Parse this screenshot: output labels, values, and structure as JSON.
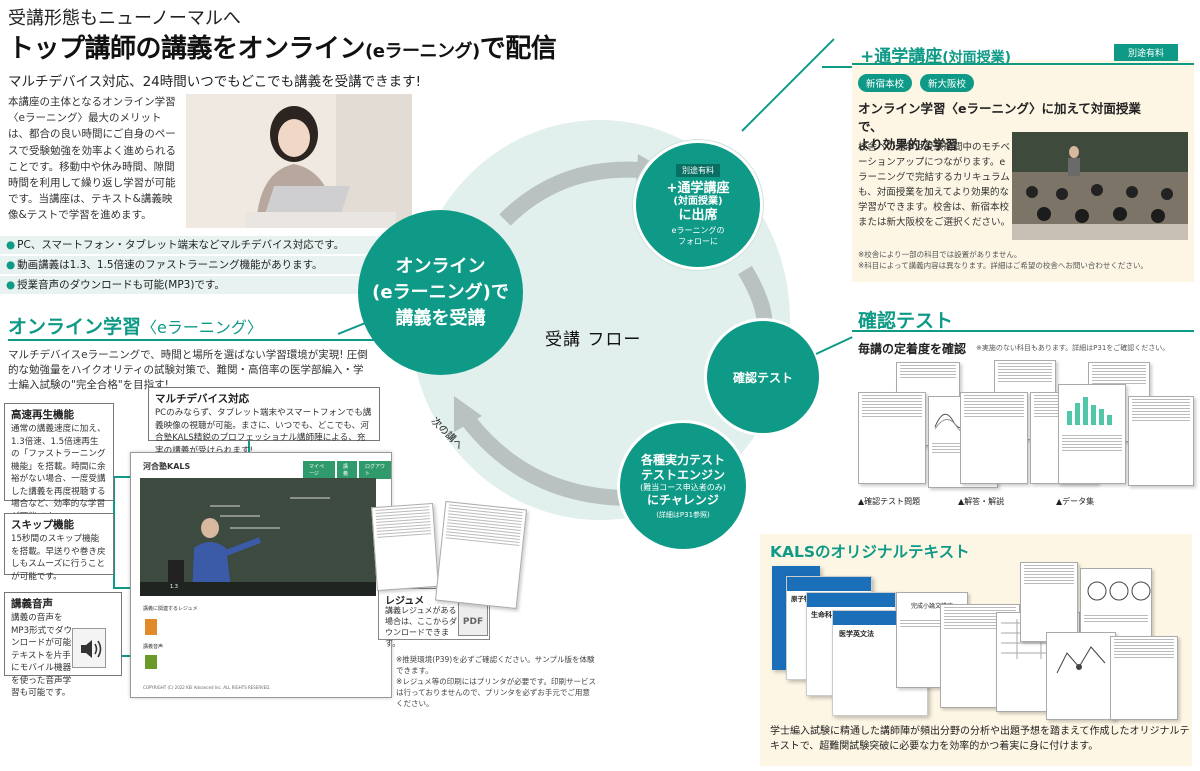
{
  "header": {
    "subtitle": "受講形態もニューノーマルへ",
    "title_part1": "トップ講師の講義をオンライン",
    "title_part2": "(eラーニング)",
    "title_part3": "で配信",
    "tagline": "マルチデバイス対応、24時間いつでもどこでも講義を受講できます!"
  },
  "intro_text": "本講座の主体となるオンライン学習〈eラーニング〉最大のメリットは、都合の良い時間にご自身のペースで受験勉強を効率よく進められることです。移動中や休み時間、隙間時間を利用して繰り返し学習が可能です。当講座は、テキスト&講義映像&テストで学習を進めます。",
  "bullets": [
    "PC、スマートフォン・タブレット端末などマルチデバイス対応です。",
    "動画講義は1.3、1.5倍速のファストラーニング機能があります。",
    "授業音声のダウンロードも可能(MP3)です。"
  ],
  "online": {
    "title": "オンライン学習",
    "title_suffix": "〈eラーニング〉",
    "desc": "マルチデバイスeラーニングで、時間と場所を選ばない学習環境が実現! 圧倒的な勉強量をハイクオリティの試験対策で、難関・高倍率の医学部編入・学士編入試験の\"完全合格\"を目指す!"
  },
  "features": {
    "multi": {
      "title": "マルチデバイス対応",
      "desc": "PCのみならず、タブレット端末やスマートフォンでも講義映像の視聴が可能。まさに、いつでも、どこでも、河合塾KALS精鋭のプロフェッショナル講師陣による、充実の講義が受けられます!"
    },
    "speed": {
      "title": "高速再生機能",
      "desc": "通常の講義速度に加え、1.3倍速、1.5倍速再生の「ファストラーニング機能」を搭載。時間に余裕がない場合、一度受講した講義を再度視聴する場合など、効率的な学習が可能です。"
    },
    "skip": {
      "title": "スキップ機能",
      "desc": "15秒間のスキップ機能を搭載。早送りや巻き戻しもスムーズに行うことが可能です。"
    },
    "audio": {
      "title": "講義音声",
      "desc": "講義の音声をMP3形式でダウンロードが可能!テキストを片手にモバイル機器を使った音声学習も可能です。"
    },
    "resume": {
      "title": "レジュメ",
      "desc": "講義レジュメがある場合は、ここからダウンロードできます。"
    }
  },
  "screen": {
    "logo": "河合塾KALS",
    "tabs": [
      "マイページ",
      "講義",
      "ログアウト"
    ],
    "player_speed": "1.3",
    "resume_label": "講義に関連するレジュメ",
    "audio_label": "講義音声",
    "pdf_label": "PDF",
    "copyright": "COPYRIGHT (C) 2022 KEI Advanced Inc. ALL RIGHTS RESERVED."
  },
  "mid_footnotes": [
    "※推奨環境(P39)を必ずご確認ください。サンプル版を体験できます。",
    "※レジュメ等の印刷にはプリンタが必要です。印刷サービスは行っておりませんので、プリンタを必ずお手元でご用意ください。"
  ],
  "flow": {
    "label": "受講 フロー",
    "online_node": [
      "オンライン",
      "(eラーニング)で",
      "講義を受講"
    ],
    "class_node": {
      "tag": "別途有料",
      "l1": "+通学講座",
      "l2": "(対面授業)",
      "l1b": "に出席",
      "l3a": "eラーニングの",
      "l3b": "フォローに"
    },
    "test_node": "確認テスト",
    "exam_node": {
      "l1a": "各種実力テスト",
      "l1b": "テストエンジン",
      "l2": "(難当コース申込者のみ)",
      "l1c": "にチャレンジ",
      "l3": "(詳細はP31参照)"
    },
    "next": "次の講へ"
  },
  "class_panel": {
    "title": "+通学講座",
    "title_suffix": "(対面授業)",
    "badge": "別途有料",
    "campuses": [
      "新宿本校",
      "新大阪校"
    ],
    "heading_a": "オンライン学習〈eラーニング〉に加えて対面授業で、",
    "heading_b": "より効果的な学習",
    "body": "校舎への通学は受験期間中のモチベーションアップにつながります。eラーニングで完結するカリキュラムも、対面授業を加えてより効果的な学習ができます。校舎は、新宿本校または新大阪校をご選択ください。",
    "notes": [
      "※校舎により一部の科目では設置がありません。",
      "※科目によって講義内容は異なります。詳細はご希望の校舎へお問い合わせください。"
    ]
  },
  "test_panel": {
    "title": "確認テスト",
    "heading": "毎講の定着度を確認",
    "note": "※実施のない科目もあります。詳細はP31をご確認ください。",
    "captions": [
      "▲確認テスト問題",
      "▲解答・解説",
      "▲データ集"
    ]
  },
  "text_panel": {
    "title": "KALSのオリジナルテキスト",
    "books": [
      "原子物理化学総合",
      "生命科学",
      "医学英文法",
      "完成小論文講座"
    ],
    "desc": "学士編入試験に精通した講師陣が頻出分野の分析や出題予想を踏まえて作成したオリジナルテキストで、超難関試験突破に必要な力を効率的かつ着実に身に付けます。"
  },
  "colors": {
    "accent": "#0f9a87",
    "panel": "#fdf6e5",
    "circle": "#e1efed"
  }
}
